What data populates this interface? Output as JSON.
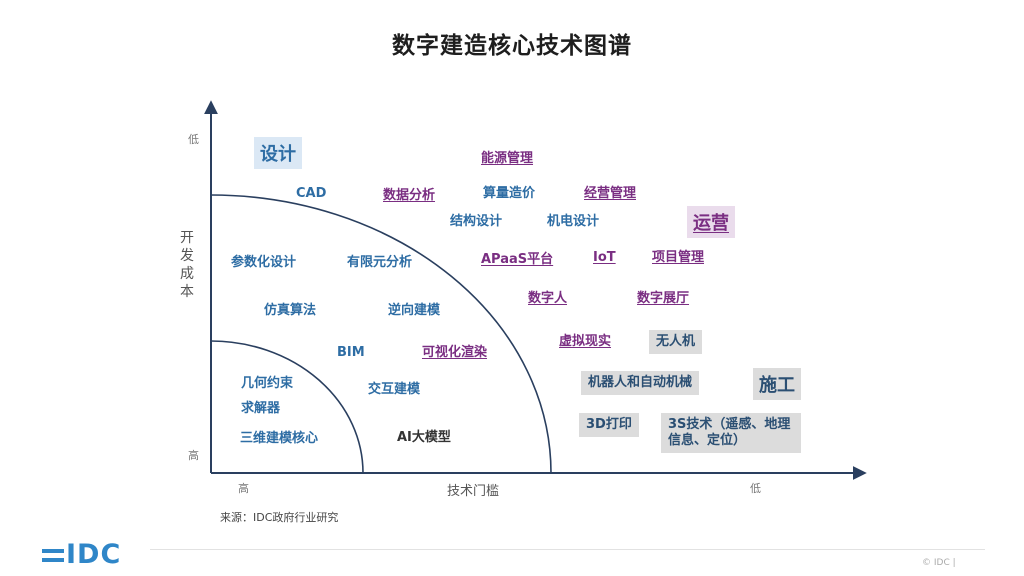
{
  "title": "数字建造核心技术图谱",
  "y_axis": {
    "label": "开发成本",
    "top_label": "低",
    "bottom_label": "高"
  },
  "x_axis": {
    "label": "技术门槛",
    "left_label": "高",
    "right_label": "低"
  },
  "categories": {
    "design": "设计",
    "operations": "运营",
    "construction": "施工"
  },
  "items": {
    "cad": "CAD",
    "param_design": "参数化设计",
    "fea": "有限元分析",
    "sim_algo": "仿真算法",
    "reverse_model": "逆向建模",
    "bim": "BIM",
    "visual_render": "可视化渲染",
    "geo_constraint": "几何约束",
    "solver": "求解器",
    "interactive_model": "交互建模",
    "kernel": "三维建模核心",
    "ai_model": "AI大模型",
    "energy_mgmt": "能源管理",
    "data_analysis": "数据分析",
    "cost_calc": "算量造价",
    "biz_mgmt": "经营管理",
    "struct_design": "结构设计",
    "mep_design": "机电设计",
    "apaas": "APaaS平台",
    "iot": "IoT",
    "project_mgmt": "项目管理",
    "digital_human": "数字人",
    "digital_hall": "数字展厅",
    "vr_ar": "虚拟现实",
    "drone": "无人机",
    "robotics": "机器人和自动机械",
    "print3d": "3D打印",
    "tech3s": "3S技术（遥感、地理信息、定位）"
  },
  "source": "来源：IDC政府行业研究",
  "logo": "IDC",
  "copyright": "© IDC |",
  "colors": {
    "blue": "#2e6da4",
    "purple": "#7a2e82",
    "gray_box": "#dcdcdc",
    "logo": "#2f86c8"
  }
}
